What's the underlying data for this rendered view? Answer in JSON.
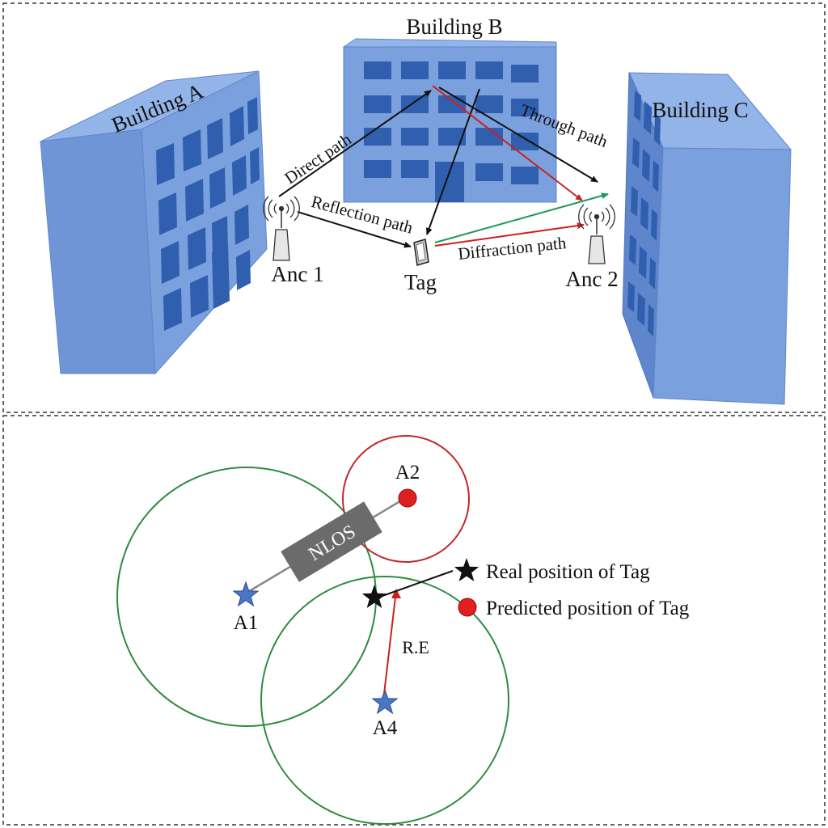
{
  "top_panel": {
    "buildings": {
      "a": "Building A",
      "b": "Building B",
      "c": "Building C"
    },
    "paths": {
      "direct": "Direct path",
      "reflection": "Reflection path",
      "through": "Through path",
      "diffraction": "Diffraction path"
    },
    "devices": {
      "anchor_1": "Anc 1",
      "anchor_2": "Anc 2",
      "tag": "Tag"
    }
  },
  "bottom_panel": {
    "anchors": {
      "a1": "A1",
      "a2": "A2",
      "a4": "A4"
    },
    "obstacle": "NLOS",
    "error_label": "R.E",
    "legend": {
      "real": "Real position of Tag",
      "predicted": "Predicted position of Tag"
    }
  },
  "colors": {
    "building_front": "#7aa0dd",
    "building_side": "#5f86cc",
    "building_top": "#93b4e8",
    "window": "#2f5fae",
    "direct_arrow": "#111111",
    "red_arrow": "#cc2020",
    "green_arrow": "#1a9a5a",
    "circle_green": "#2e8b3e",
    "circle_red": "#c0282a",
    "star_blue": "#4a76c4",
    "predicted_red": "#e02020",
    "nlos_box": "#6b6b6b"
  }
}
